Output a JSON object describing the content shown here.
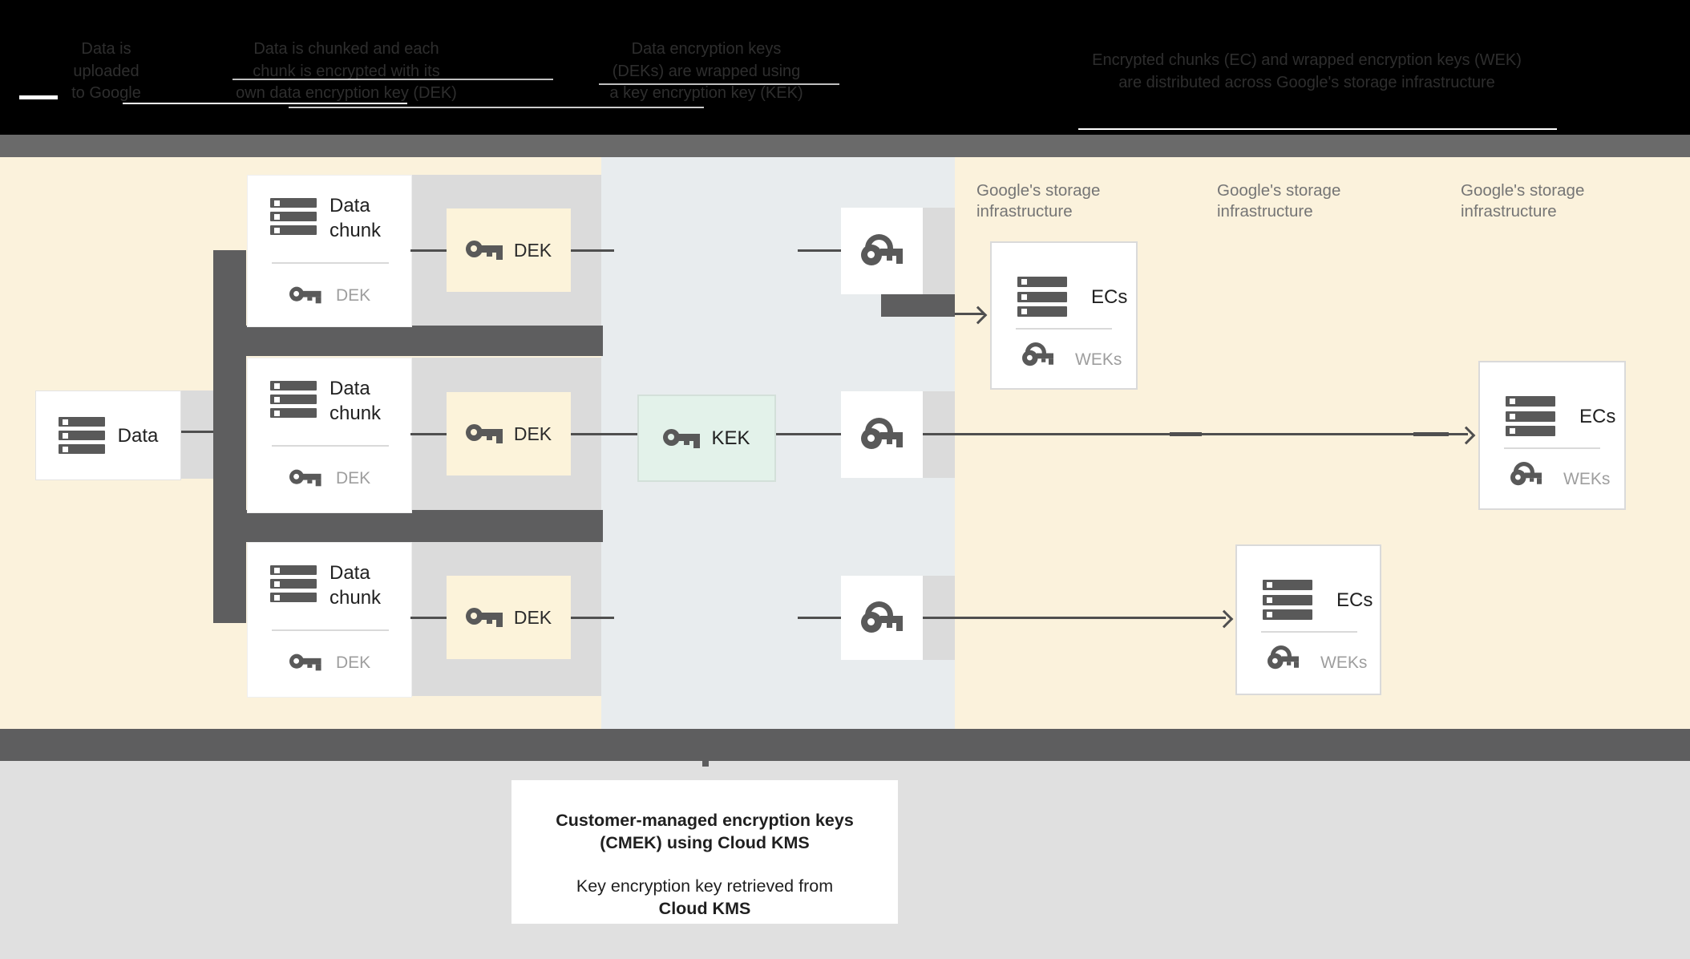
{
  "palette": {
    "black": "#000000",
    "header_text": "#2e2e2e",
    "band_gray": "#6a6a6a",
    "cream": "#fbf2dc",
    "blue_panel": "#e8ecee",
    "strip_gray": "#dbdbdb",
    "dark_gray": "#5e5e5f",
    "line": "#4f4f4f",
    "icon_dark": "#595959",
    "text_dark": "#212121",
    "text_gray": "#9e9e9e",
    "text_storage": "#757575",
    "kek_fill": "#e3f2ea",
    "dek_fill": "#fcf3da",
    "bottom_bg": "#e0e0e0"
  },
  "header": {
    "steps": [
      {
        "text": "Data is\nuploaded\nto Google"
      },
      {
        "text": "Data is chunked and each\nchunk is encrypted with its\nown data encryption key (DEK)"
      },
      {
        "text": "Data encryption keys\n(DEKs) are wrapped using\na key encryption key (KEK)"
      },
      {
        "text": "Encrypted chunks (EC) and wrapped encryption keys (WEK)\nare distributed across Google's storage infrastructure"
      }
    ]
  },
  "diagram": {
    "data_box": {
      "label": "Data"
    },
    "chunk_boxes": [
      {
        "title": "Data\nchunk",
        "key_label": "DEK"
      },
      {
        "title": "Data\nchunk",
        "key_label": "DEK"
      },
      {
        "title": "Data\nchunk",
        "key_label": "DEK"
      }
    ],
    "dek_boxes": [
      {
        "label": "DEK"
      },
      {
        "label": "DEK"
      },
      {
        "label": "DEK"
      }
    ],
    "kek_box": {
      "label": "KEK"
    },
    "storage_labels": [
      {
        "text": "Google's storage\ninfrastructure"
      },
      {
        "text": "Google's storage\ninfrastructure"
      },
      {
        "text": "Google's storage\ninfrastructure"
      }
    ],
    "ecs_boxes": [
      {
        "label": "ECs",
        "key_label": "WEKs"
      },
      {
        "label": "ECs",
        "key_label": "WEKs"
      },
      {
        "label": "ECs",
        "key_label": "WEKs"
      }
    ]
  },
  "caption": {
    "line1": "Customer-managed encryption keys",
    "line2": "(CMEK) using Cloud KMS",
    "line3": "Key encryption key retrieved from",
    "line4": "Cloud KMS"
  }
}
